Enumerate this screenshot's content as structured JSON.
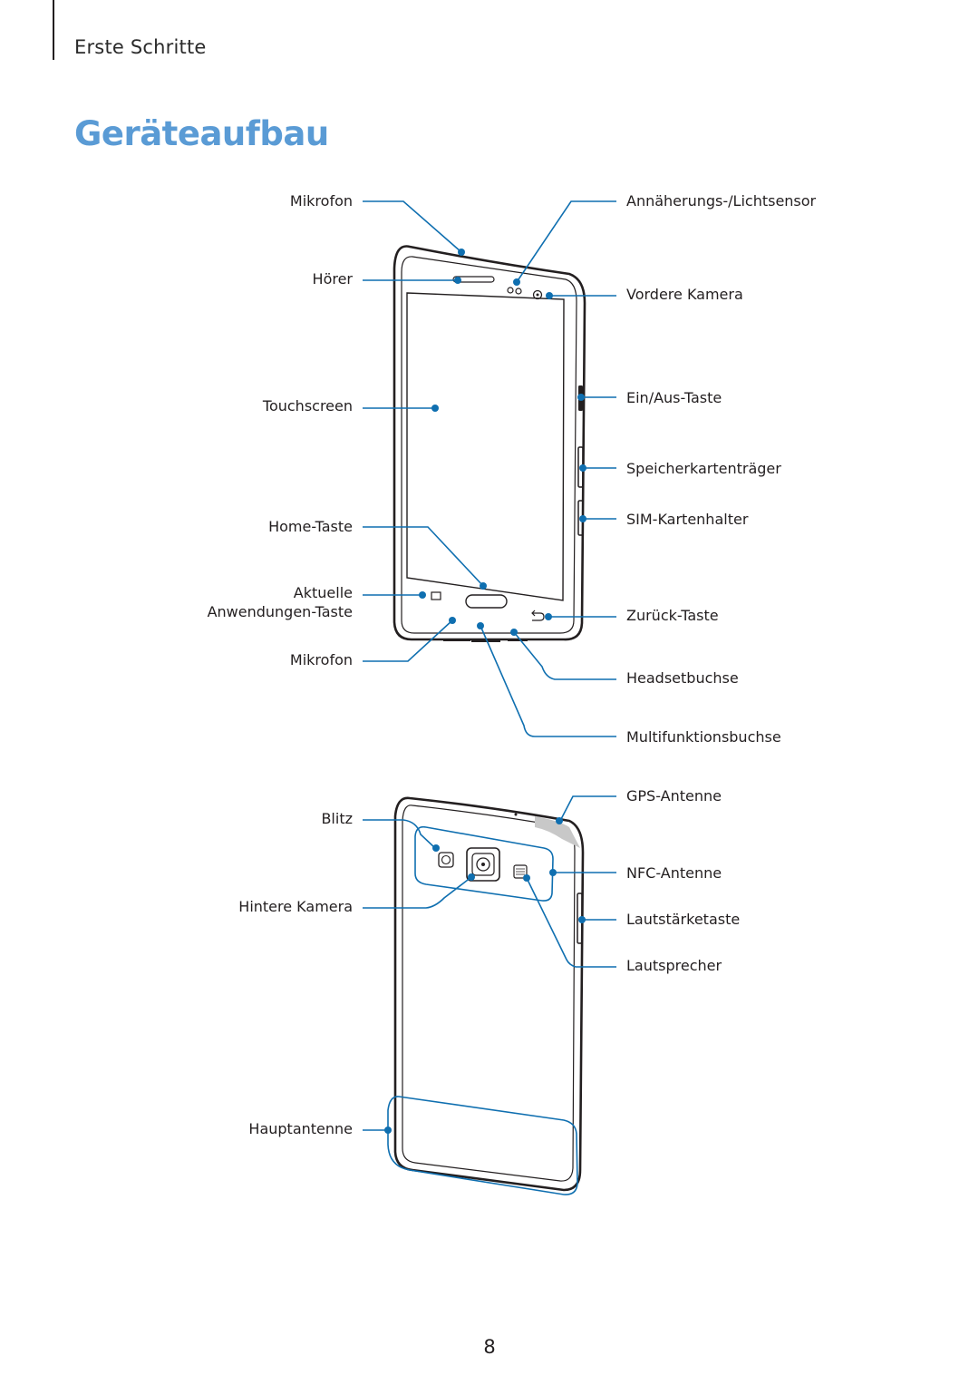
{
  "header": {
    "section": "Erste Schritte",
    "title": "Geräteaufbau"
  },
  "colors": {
    "accent": "#5a9bd5",
    "callout": "#0f6fb0",
    "ink": "#231f20"
  },
  "front_view": {
    "labels_left": {
      "mic_top": "Mikrofon",
      "earpiece": "Hörer",
      "touchscreen": "Touchscreen",
      "home": "Home-Taste",
      "recent_line1": "Aktuelle",
      "recent_line2": "Anwendungen-Taste",
      "mic_bottom": "Mikrofon"
    },
    "labels_right": {
      "proximity": "Annäherungs-/Lichtsensor",
      "front_camera": "Vordere Kamera",
      "power": "Ein/Aus-Taste",
      "memory_tray": "Speicherkartenträger",
      "sim_tray": "SIM-Kartenhalter",
      "back": "Zurück-Taste",
      "headset": "Headsetbuchse",
      "multipurpose": "Multifunktionsbuchse"
    }
  },
  "back_view": {
    "labels_left": {
      "flash": "Blitz",
      "rear_camera": "Hintere Kamera",
      "main_antenna": "Hauptantenne"
    },
    "labels_right": {
      "gps": "GPS-Antenne",
      "nfc": "NFC-Antenne",
      "volume": "Lautstärketaste",
      "speaker": "Lautsprecher"
    }
  },
  "footer": {
    "page_number": "8"
  }
}
